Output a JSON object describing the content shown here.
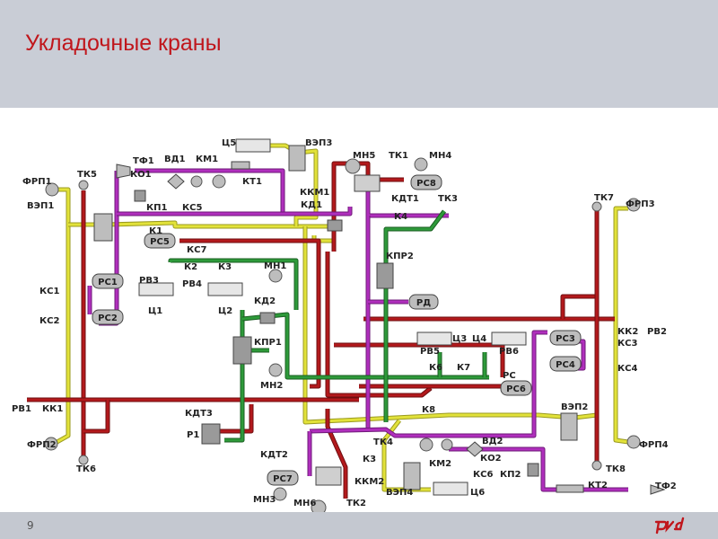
{
  "slide": {
    "title": "Укладочные краны",
    "page_number": "9",
    "logo_text": "РЖД"
  },
  "colors": {
    "title": "#c0161c",
    "pipe_yellow": "#e2e23a",
    "pipe_red": "#b3191c",
    "pipe_magenta": "#b02fbd",
    "pipe_green": "#2e9a3a",
    "header_bg": "#c9cdd6"
  },
  "labels": {
    "frp1": "ФРП1",
    "tk5": "ТК5",
    "tf1": "ТФ1",
    "ko1": "КО1",
    "vd1": "ВД1",
    "km1": "КМ1",
    "c5": "Ц5",
    "vep3": "ВЭП3",
    "kt1": "КТ1",
    "vep1": "ВЭП1",
    "kp1": "КП1",
    "ks5": "КС5",
    "k1": "К1",
    "ks7": "КС7",
    "k2": "К2",
    "k3a": "К3",
    "rv3": "РВ3",
    "rv4": "РВ4",
    "c1": "Ц1",
    "c2": "Ц2",
    "mn1": "МН1",
    "kd2": "КД2",
    "ks1": "КС1",
    "ks2": "КС2",
    "kkm1": "ККМ1",
    "kd1": "КД1",
    "mn5": "МН5",
    "tk1": "ТК1",
    "mn4": "МН4",
    "kdt1": "КДТ1",
    "tk3": "ТК3",
    "k4": "К4",
    "tk7": "ТК7",
    "frp3": "ФРП3",
    "kpr2": "КПР2",
    "kk2": "КК2",
    "rv2": "РВ2",
    "ks3": "КС3",
    "ks4": "КС4",
    "kpr1": "КПР1",
    "c3": "Ц3",
    "c4": "Ц4",
    "rv5": "РВ5",
    "rv6": "РВ6",
    "k6": "К6",
    "k7": "К7",
    "rs": "РС",
    "mn2": "МН2",
    "rv1": "РВ1",
    "kk1": "КК1",
    "k8": "К8",
    "vep2": "ВЭП2",
    "kdt3": "КДТ3",
    "r1": "Р1",
    "frp2": "ФРП2",
    "tk6": "ТК6",
    "tk4": "ТК4",
    "vd2": "ВД2",
    "ko2": "КО2",
    "ks6": "КС6",
    "kp2": "КП2",
    "km2": "КМ2",
    "tk8": "ТК8",
    "frp4": "ФРП4",
    "k3b": "К3",
    "kdt2": "КДТ2",
    "kkm2": "ККМ2",
    "c6": "Ц6",
    "vep4": "ВЭП4",
    "kt2": "КТ2",
    "tf2": "ТФ2",
    "mn3": "МН3",
    "mn6": "МН6",
    "tk2": "ТК2"
  },
  "boxes": {
    "rs5": "РС5",
    "rs1": "РС1",
    "rs2": "РС2",
    "rs8": "РС8",
    "rd": "РД",
    "rs3": "РС3",
    "rs4": "РС4",
    "rs6": "РС6",
    "rs7": "РС7"
  }
}
